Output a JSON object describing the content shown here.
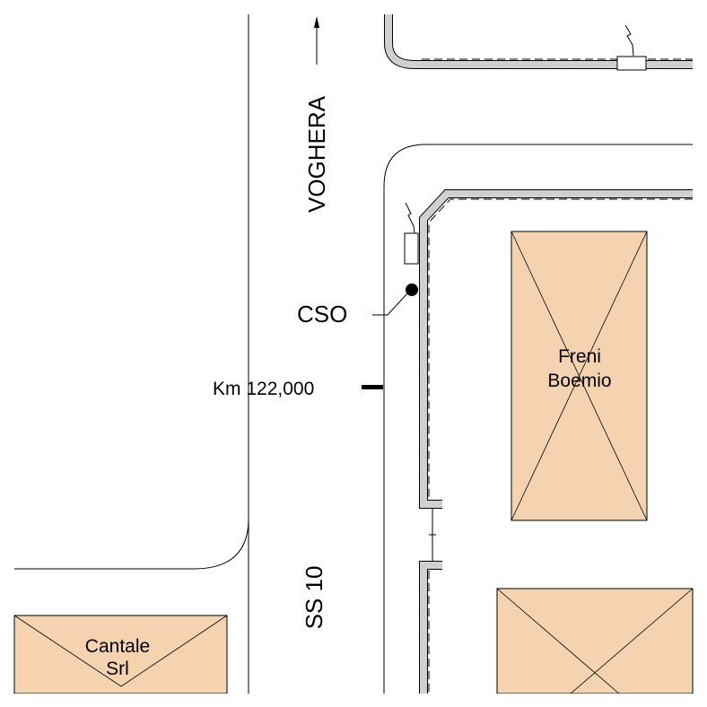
{
  "map": {
    "road_label_north": "VOGHERA",
    "road_label_south": "SS 10",
    "marker_label": "CSO",
    "km_label": "Km 122,000",
    "colors": {
      "building_fill": "#f5d3b0",
      "wall_fill": "#d0d0d0",
      "line": "#000000",
      "background": "#ffffff"
    },
    "icons": {
      "direction": "north-arrow-icon",
      "marker": "cso-dot-icon",
      "cable": "lightning-icon"
    }
  },
  "buildings": [
    {
      "name_line1": "Freni",
      "name_line2": "Boemio"
    },
    {
      "name_line1": "Cantale",
      "name_line2": "Srl"
    },
    {
      "name_line1": "",
      "name_line2": ""
    }
  ]
}
